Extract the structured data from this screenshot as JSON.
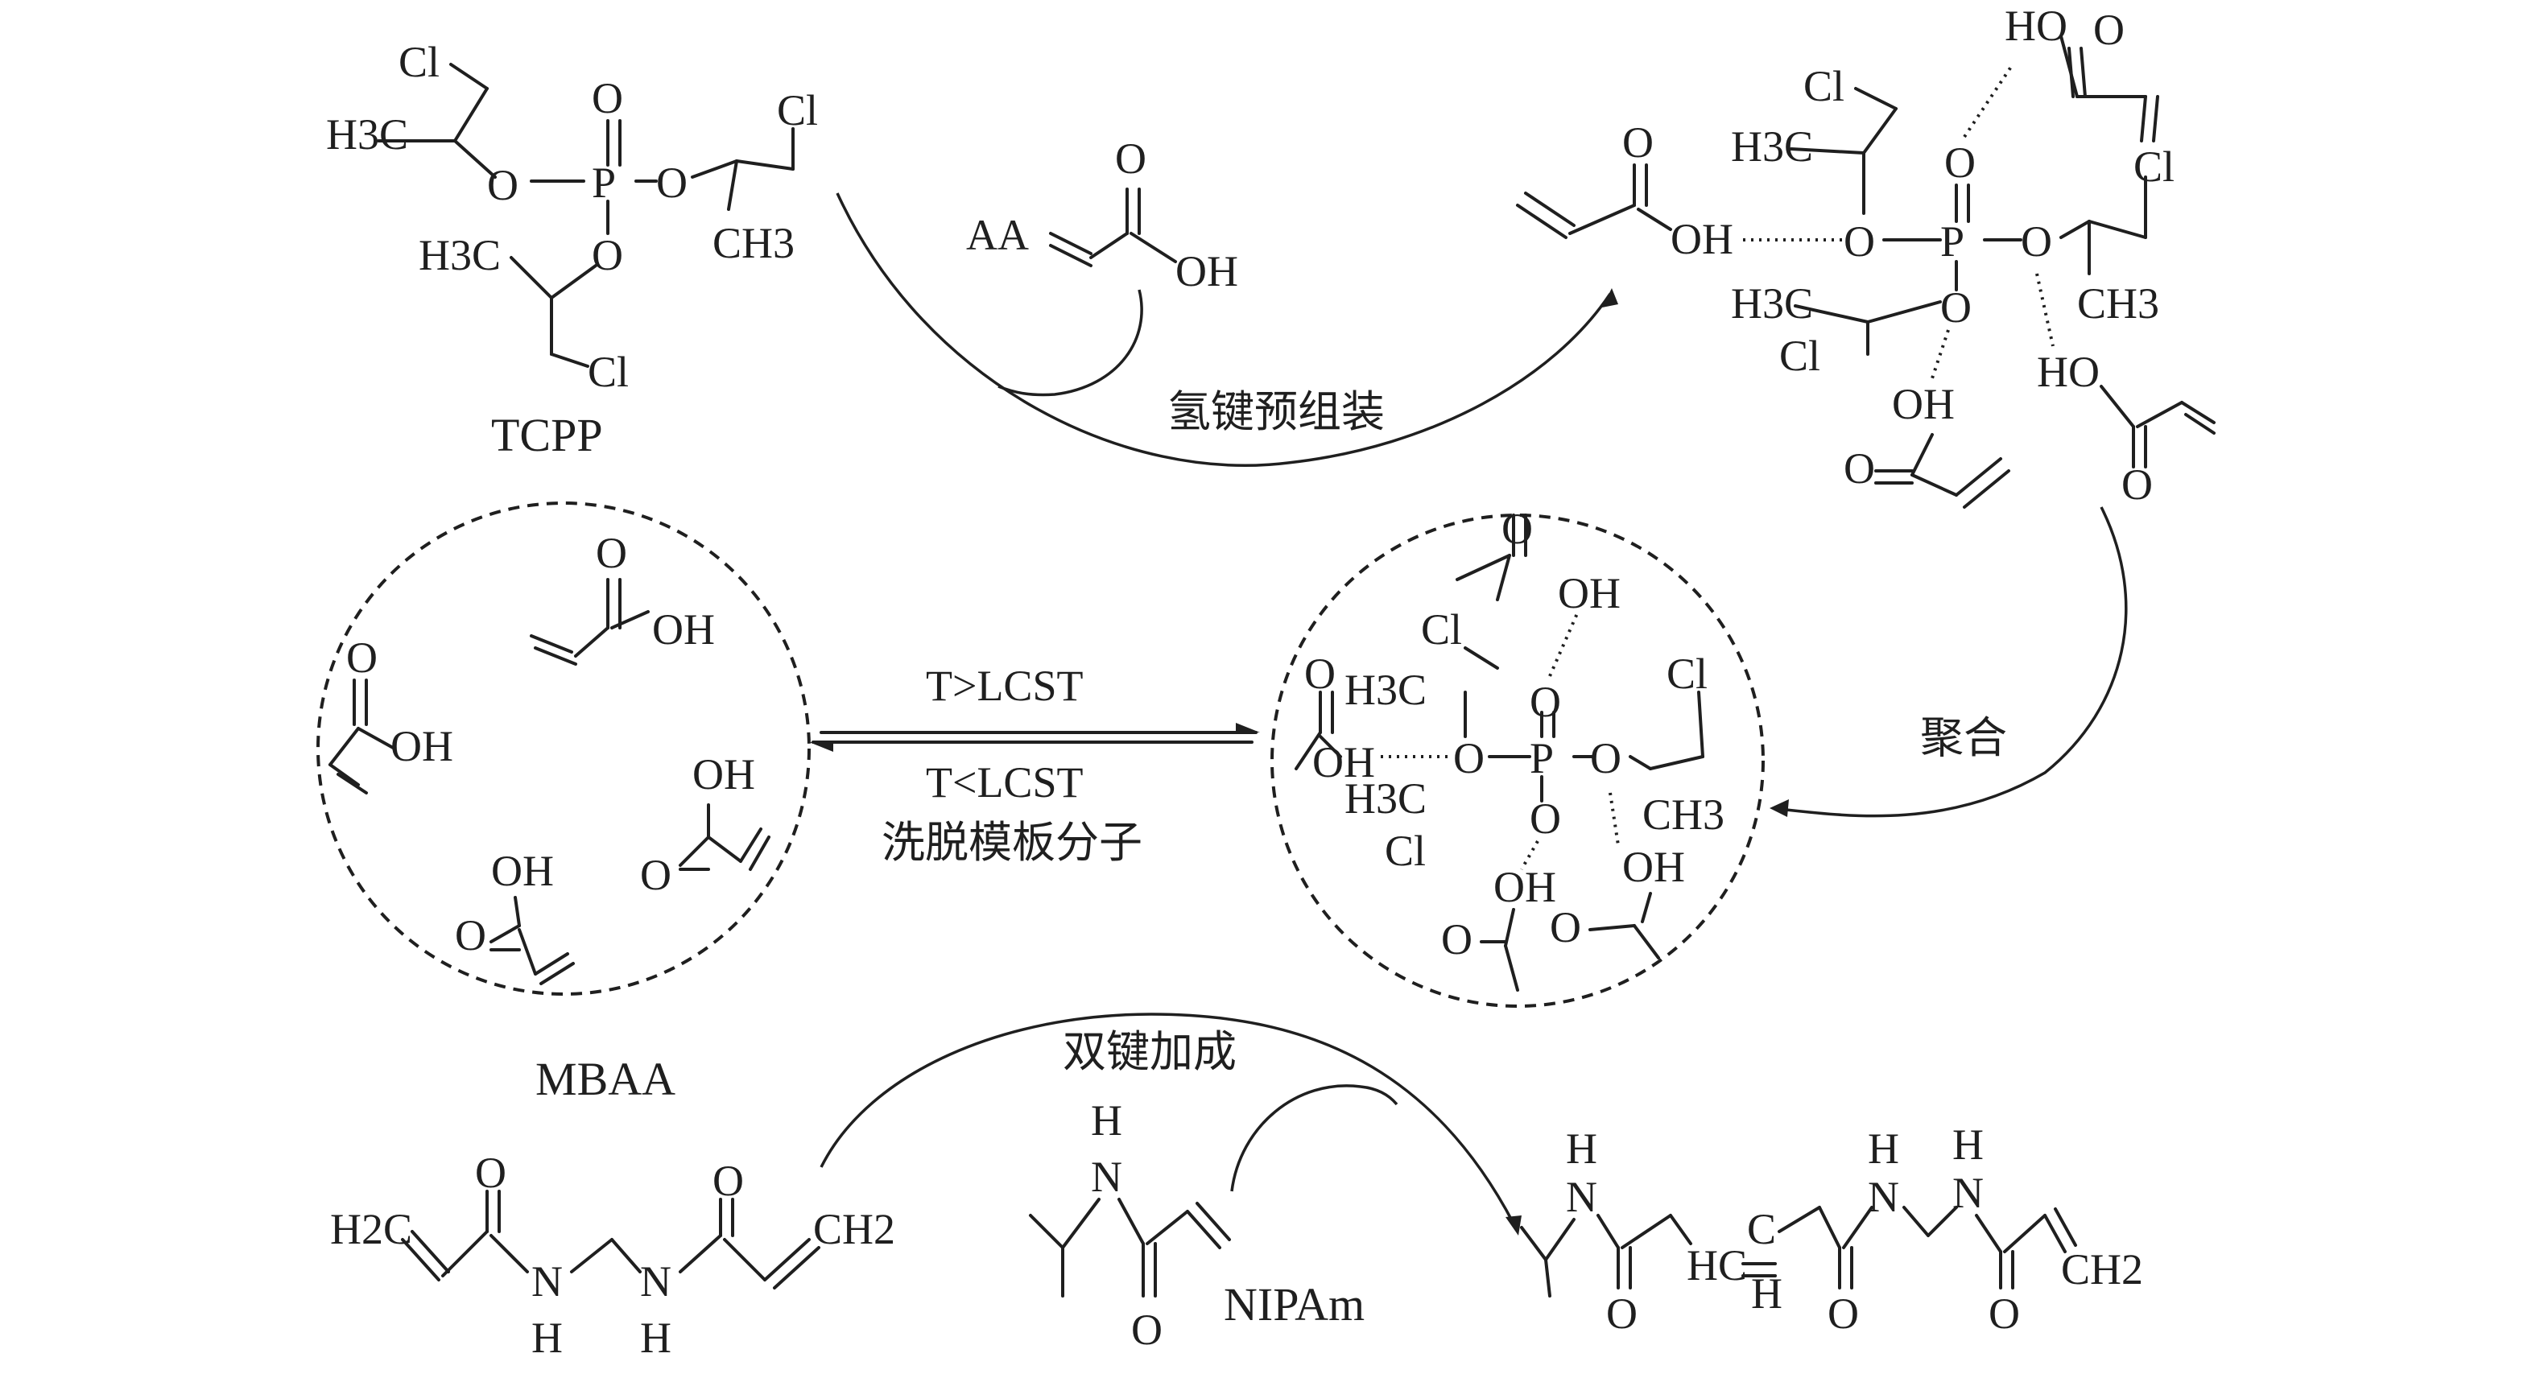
{
  "labels": {
    "tcpp": "TCPP",
    "aa": "AA",
    "mbaa": "MBAA",
    "nipam": "NIPAm",
    "step_hbond": "氢键预组装",
    "step_polymerize": "聚合",
    "step_addition": "双键加成",
    "temp_high": "T>LCST",
    "temp_low": "T<LCST",
    "elute": "洗脱模板分子"
  },
  "atoms": {
    "cl": "Cl",
    "p": "P",
    "o": "O",
    "oh": "OH",
    "ho": "HO",
    "h3c": "H3C",
    "ch3": "CH3",
    "h2c": "H2C",
    "ch2": "CH2",
    "n": "N",
    "h": "H",
    "hc": "HC"
  },
  "colors": {
    "ink": "#1f1f1f",
    "background": "#ffffff"
  }
}
